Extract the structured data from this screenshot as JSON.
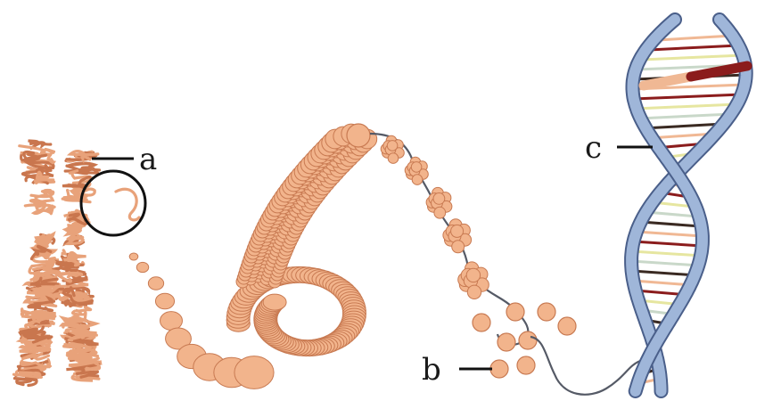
{
  "labels": {
    "a": "a",
    "b": "b",
    "c": "c"
  },
  "colors": {
    "chromatin": "#e8a27a",
    "chromatin_dark": "#c9764e",
    "bead": "#f2b48c",
    "bead_edge": "#c87a52",
    "helix_blue": "#9fb6d9",
    "helix_edge": "#4a5f8a",
    "linker": "#555a66",
    "label_line": "#111111"
  },
  "base_pair_colors": [
    "#f0b894",
    "#8b1c1c",
    "#e6e6a0",
    "#c9d8c9",
    "#3a2a22"
  ]
}
